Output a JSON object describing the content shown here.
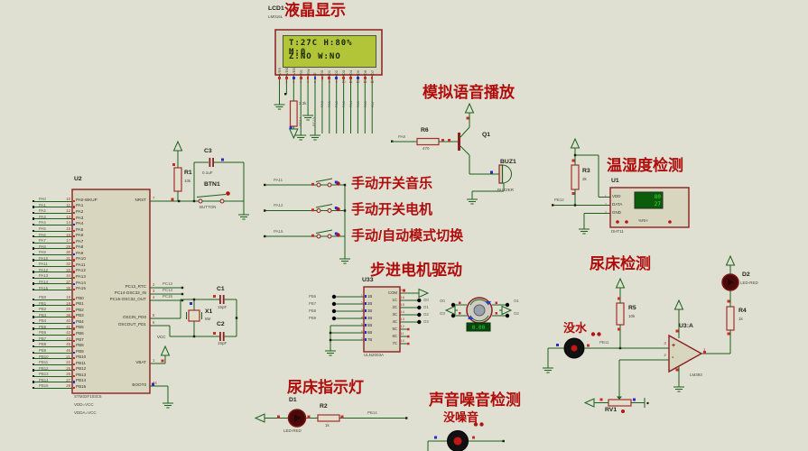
{
  "lcd": {
    "ref": "LCD1",
    "model": "LM016L",
    "title": "液晶显示",
    "line1": "T:27C H:80% M:0",
    "line2": "Z:NO  W:NO",
    "vee_resistor": "3.3k",
    "rs_net": "PC14",
    "e_net": "PC15",
    "pins": [
      {
        "num": "1",
        "name": "VSS"
      },
      {
        "num": "2",
        "name": "VDD"
      },
      {
        "num": "3",
        "name": "VEE"
      },
      {
        "num": "4",
        "name": "RS"
      },
      {
        "num": "5",
        "name": "RW"
      },
      {
        "num": "6",
        "name": "E"
      },
      {
        "num": "7",
        "name": "D0"
      },
      {
        "num": "8",
        "name": "D1"
      },
      {
        "num": "9",
        "name": "D2"
      },
      {
        "num": "10",
        "name": "D3"
      },
      {
        "num": "11",
        "name": "D4"
      },
      {
        "num": "12",
        "name": "D5"
      },
      {
        "num": "13",
        "name": "D6"
      },
      {
        "num": "14",
        "name": "D7"
      }
    ],
    "data_nets": [
      "PA0",
      "PA1",
      "PA2",
      "PA3",
      "PA4",
      "PA5",
      "PA6",
      "PA7"
    ]
  },
  "reset": {
    "r1": "R1",
    "r1_val": "10k",
    "c3": "C3",
    "c3_val": "0.1uF",
    "btn": "BTN1",
    "btn_model": "BUTTON"
  },
  "mcu": {
    "ref": "U2",
    "model": "STM32F103C6",
    "note1": "VDD=VCC",
    "note2": "VDDA=VCC",
    "vcc": "VCC",
    "pa_pins": [
      {
        "net": "PA0",
        "num": "10",
        "name": "PA0-WKUP"
      },
      {
        "net": "PA1",
        "num": "11",
        "name": "PA1"
      },
      {
        "net": "PA2",
        "num": "12",
        "name": "PA2"
      },
      {
        "net": "PA3",
        "num": "13",
        "name": "PA3"
      },
      {
        "net": "PA4",
        "num": "14",
        "name": "PA4"
      },
      {
        "net": "PA5",
        "num": "15",
        "name": "PA5"
      },
      {
        "net": "PA6",
        "num": "16",
        "name": "PA6"
      },
      {
        "net": "PA7",
        "num": "17",
        "name": "PA7"
      },
      {
        "net": "PA8",
        "num": "29",
        "name": "PA8"
      },
      {
        "net": "PA9",
        "num": "30",
        "name": "PA9"
      },
      {
        "net": "PA10",
        "num": "31",
        "name": "PA10"
      },
      {
        "net": "PA11",
        "num": "32",
        "name": "PA11"
      },
      {
        "net": "PA12",
        "num": "33",
        "name": "PA12"
      },
      {
        "net": "PA13",
        "num": "34",
        "name": "PA13"
      },
      {
        "net": "PA14",
        "num": "37",
        "name": "PA14"
      },
      {
        "net": "PA15",
        "num": "38",
        "name": "PA15"
      }
    ],
    "pb_pins": [
      {
        "net": "PB0",
        "num": "18",
        "name": "PB0"
      },
      {
        "net": "PB1",
        "num": "19",
        "name": "PB1"
      },
      {
        "net": "PB2",
        "num": "20",
        "name": "PB2"
      },
      {
        "net": "PB3",
        "num": "39",
        "name": "PB3"
      },
      {
        "net": "PB4",
        "num": "40",
        "name": "PB4"
      },
      {
        "net": "PB5",
        "num": "41",
        "name": "PB5"
      },
      {
        "net": "PB6",
        "num": "42",
        "name": "PB6"
      },
      {
        "net": "PB7",
        "num": "43",
        "name": "PB7"
      },
      {
        "net": "PB8",
        "num": "45",
        "name": "PB8"
      },
      {
        "net": "PB9",
        "num": "46",
        "name": "PB9"
      },
      {
        "net": "PB10",
        "num": "21",
        "name": "PB10"
      },
      {
        "net": "PB11",
        "num": "22",
        "name": "PB11"
      },
      {
        "net": "PB12",
        "num": "25",
        "name": "PB12"
      },
      {
        "net": "PB13",
        "num": "26",
        "name": "PB13"
      },
      {
        "net": "PB14",
        "num": "27",
        "name": "PB14"
      },
      {
        "net": "PB15",
        "num": "28",
        "name": "PB15"
      }
    ],
    "right_pins": [
      {
        "name": "NRST",
        "num": "7"
      },
      {
        "name": "PC13_RTC",
        "num": "2"
      },
      {
        "name": "PC14-OSC32_IN",
        "num": "3"
      },
      {
        "name": "PC15-OSC32_OUT",
        "num": "4"
      },
      {
        "name": "OSCIN_PD0",
        "num": "5"
      },
      {
        "name": "OSCOUT_PD1",
        "num": "6"
      },
      {
        "name": "VBAT",
        "num": "1"
      },
      {
        "name": "BOOT0",
        "num": "44"
      }
    ],
    "stub_nets": [
      "PC13",
      "PC14",
      "PC15"
    ]
  },
  "crystal": {
    "x1": "X1",
    "x1_val": "8M",
    "c1": "C1",
    "c1_val": "15pF",
    "c2": "C2",
    "c2_val": "15pF"
  },
  "buttons": {
    "items": [
      {
        "net": "PA11",
        "label": "手动开关音乐"
      },
      {
        "net": "PA12",
        "label": "手动开关电机"
      },
      {
        "net": "PA15",
        "label": "手动/自动模式切换"
      }
    ]
  },
  "voice": {
    "title": "模拟语音播放",
    "net": "PA8",
    "r6": "R6",
    "r6_val": "470",
    "q1": "Q1",
    "buz": "BUZ1",
    "buz_model": "BUZZER"
  },
  "temp": {
    "title": "温湿度检测",
    "net": "PB12",
    "r3": "R3",
    "r3_val": "3k",
    "u1": "U1",
    "model": "DHT11",
    "pins": [
      {
        "num": "1",
        "name": "VDD"
      },
      {
        "num": "2",
        "name": "DATA"
      },
      {
        "num": "3",
        "name": "GND"
      }
    ],
    "disp_top": "80",
    "disp_bottom": "27",
    "unit": "%RH"
  },
  "stepper": {
    "title": "步进电机驱动",
    "ref": "U33",
    "model": "ULN2003A",
    "left_pins": [
      {
        "num": "1",
        "name": "1B"
      },
      {
        "num": "2",
        "name": "2B"
      },
      {
        "num": "3",
        "name": "3B"
      },
      {
        "num": "4",
        "name": "4B"
      },
      {
        "num": "5",
        "name": "5B"
      },
      {
        "num": "6",
        "name": "6B"
      },
      {
        "num": "7",
        "name": "7B"
      }
    ],
    "right_pins": [
      {
        "name": "COM",
        "num": "9"
      },
      {
        "name": "1C",
        "num": "16"
      },
      {
        "name": "2C",
        "num": "15"
      },
      {
        "name": "3C",
        "num": "14"
      },
      {
        "name": "4C",
        "num": "13"
      },
      {
        "name": "5C",
        "num": "12"
      },
      {
        "name": "6C",
        "num": "11"
      },
      {
        "name": "7C",
        "num": "10"
      }
    ],
    "input_nets": [
      "PB6",
      "PB7",
      "PB8",
      "PB9"
    ],
    "out_nets": [
      "O0",
      "O1",
      "O2",
      "O3"
    ],
    "motor": {
      "left_nets": [
        "O0",
        "O3"
      ],
      "right_nets": [
        "O1",
        "O2"
      ],
      "value": "0.00"
    }
  },
  "bed": {
    "title": "尿床检测",
    "sensor_label": "没水",
    "net": "PB11",
    "r5": "R5",
    "r5_val": "10k",
    "opamp": "U3:A",
    "opamp_model": "LM393",
    "pin3": "3",
    "pin2": "2",
    "pin1": "1",
    "plus": "+",
    "minus": "-",
    "r4": "R4",
    "r4_val": "1k",
    "d2": "D2",
    "d2_model": "LED-RED",
    "rv1": "RV1"
  },
  "indicator": {
    "title": "尿床指示灯",
    "d1": "D1",
    "d1_model": "LED-RED",
    "r2": "R2",
    "r2_val": "1k",
    "net": "PB14"
  },
  "sound": {
    "title": "声音噪音检测",
    "sensor_label": "没噪音"
  }
}
